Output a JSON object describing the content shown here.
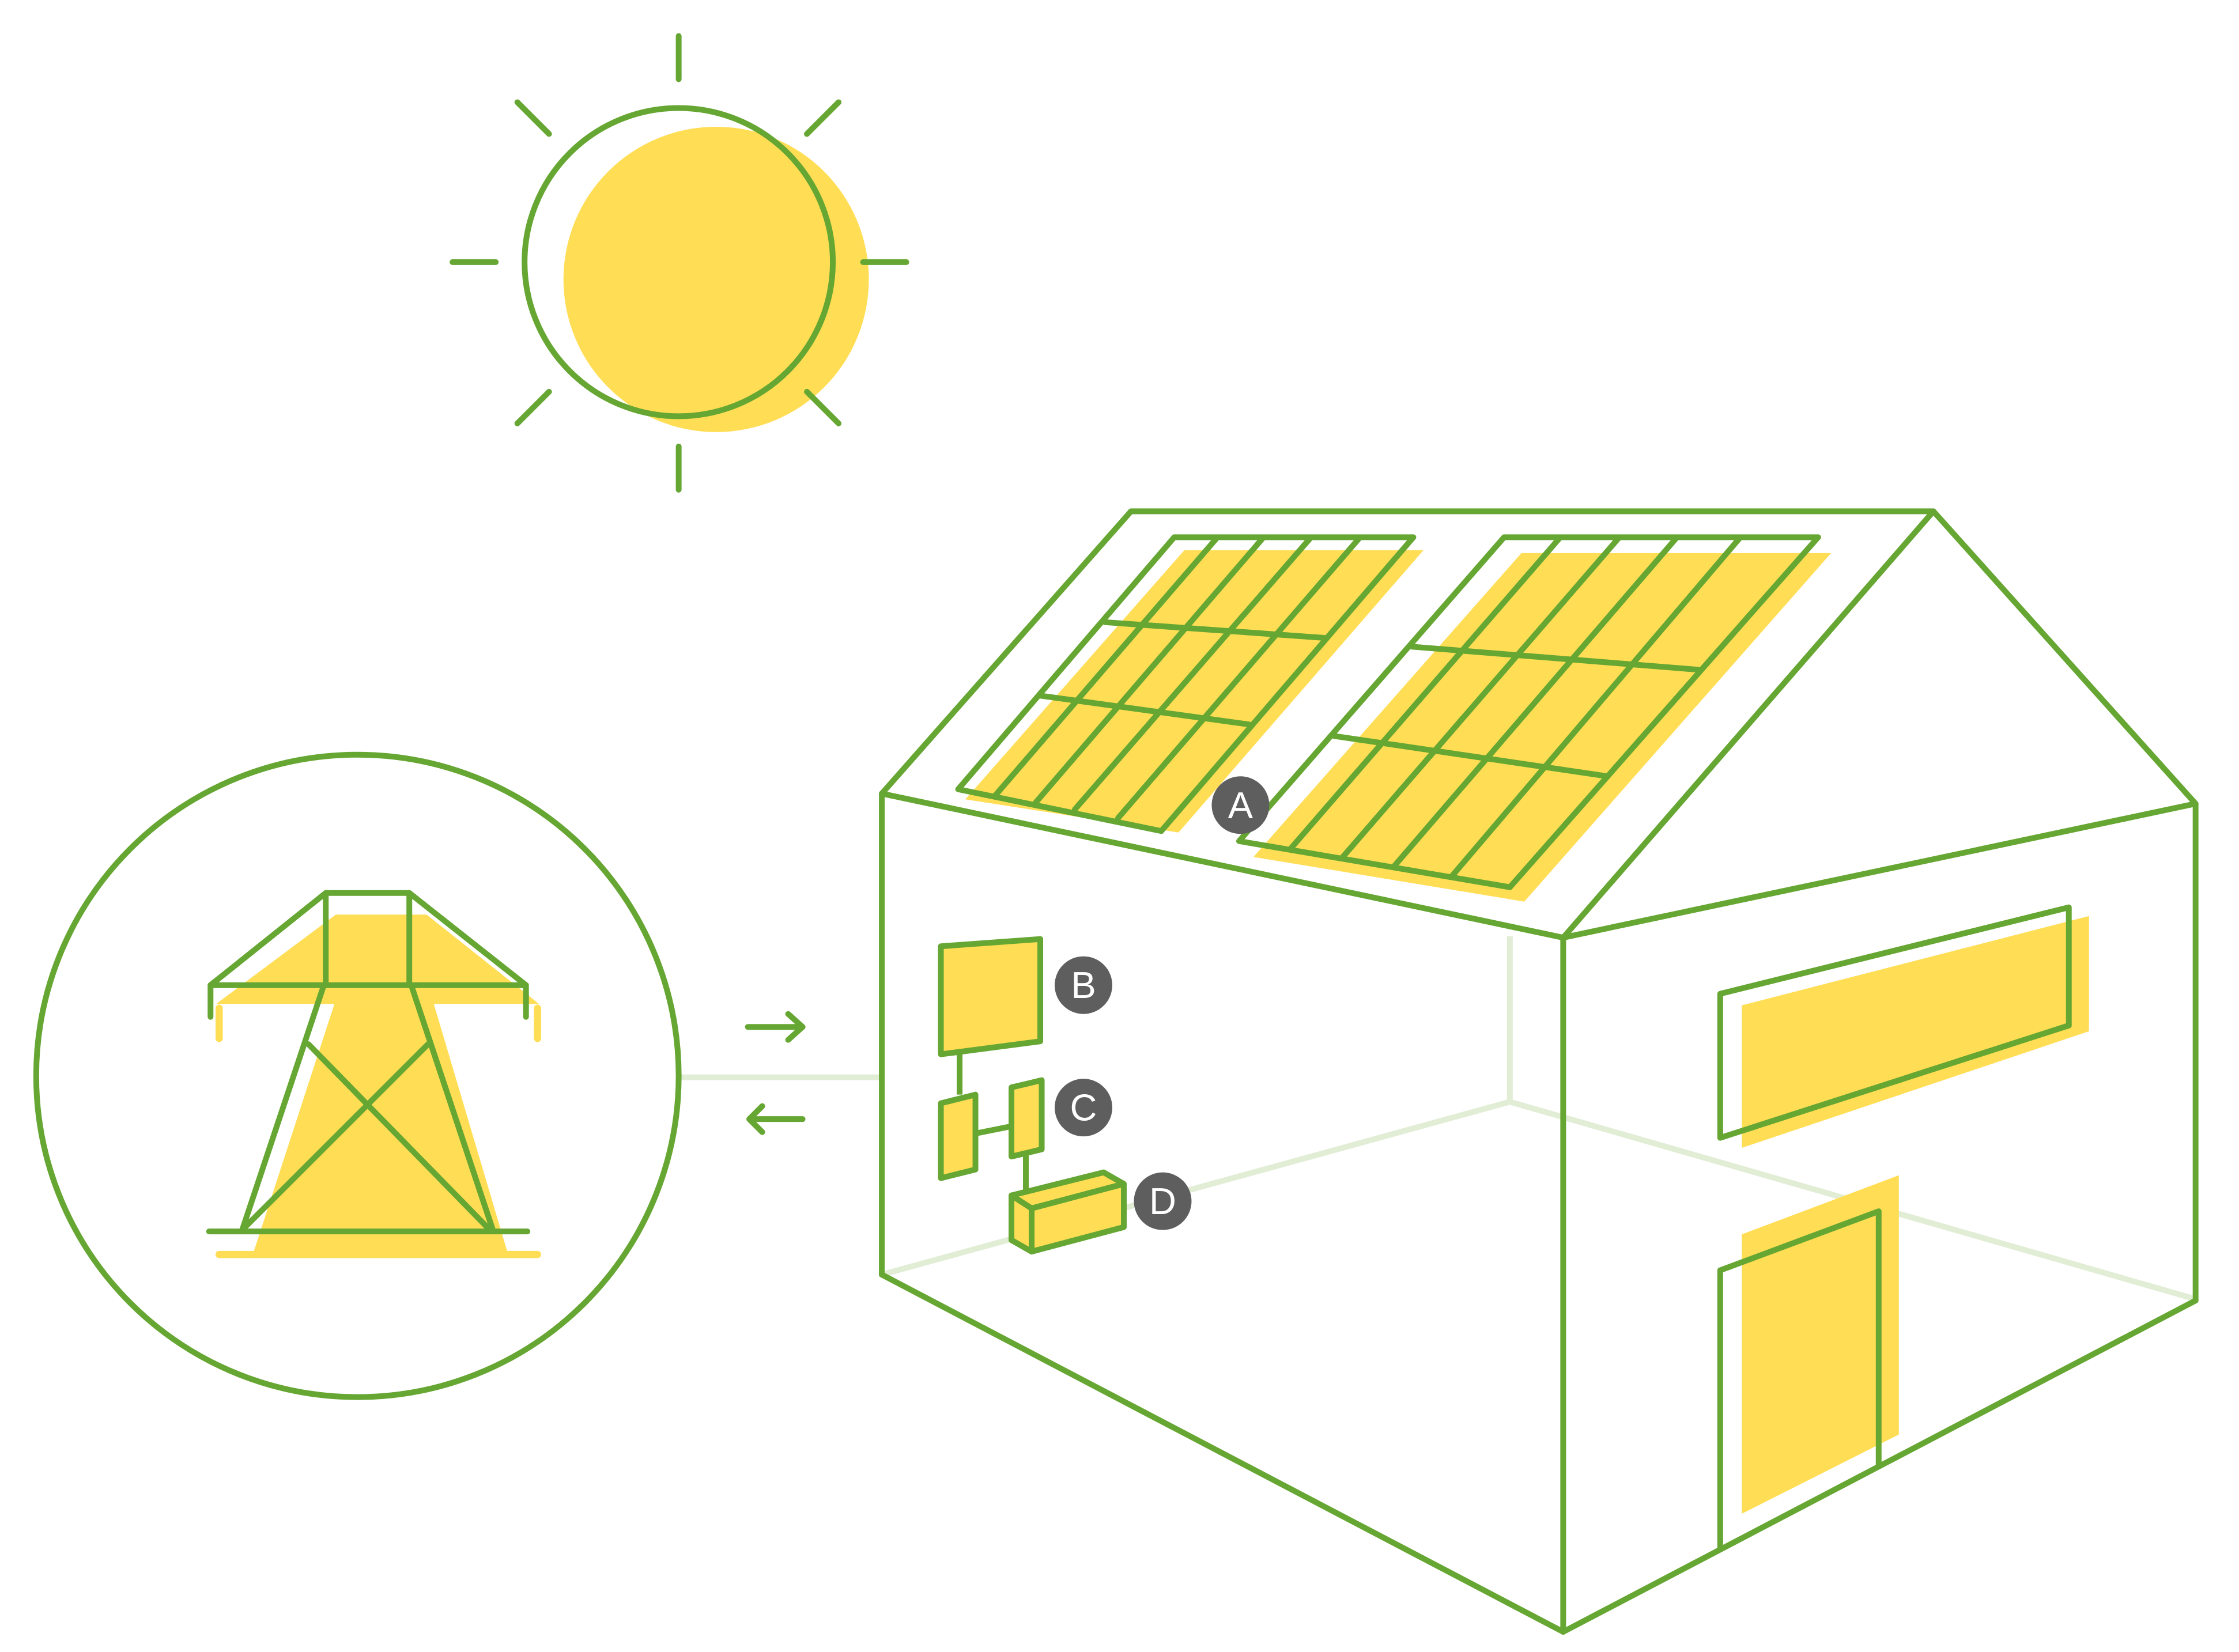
{
  "colors": {
    "outline": "#66A632",
    "fill": "#FFDE55",
    "faint": "#E2EDD5",
    "badge": "#5E5E5E",
    "badge_text": "#FFFFFF"
  },
  "icons": {
    "sun": "sun-icon",
    "pylon": "power-pylon-icon",
    "export": "arrow-right-icon",
    "import": "arrow-left-icon"
  },
  "labels": {
    "a": "A",
    "b": "B",
    "c": "C",
    "d": "D"
  }
}
